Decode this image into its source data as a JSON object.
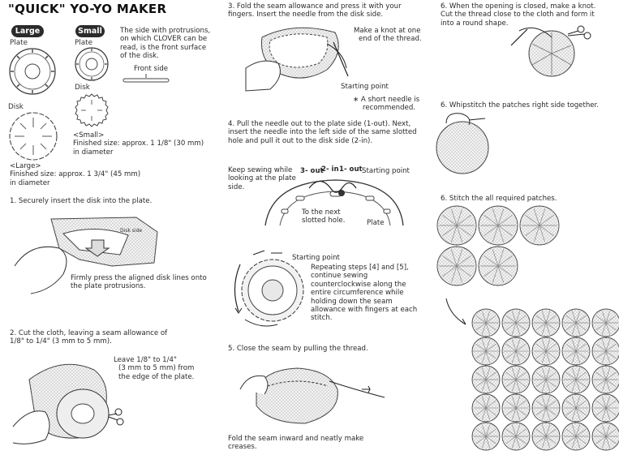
{
  "title": "\"QUICK\" YO-YO MAKER",
  "sizes": {
    "large_pill": "Large",
    "small_pill": "Small",
    "plate_large": "Plate",
    "plate_small": "Plate",
    "disk_small": "Disk",
    "disk_large": "Disk",
    "protrusion_note": [
      "The side with protrusions,",
      "on which CLOVER can be",
      "read, is the front surface",
      "of the disk."
    ],
    "front_side": "Front side",
    "small_label": "<Small>",
    "small_size": [
      "Finished size: approx. 1 1/8\" (30 mm)",
      "in diameter"
    ],
    "large_label": "<Large>",
    "large_size": [
      "Finished size: approx. 1 3/4\" (45 mm)",
      "in diameter"
    ]
  },
  "step1": {
    "text": "1. Securely insert the disk into the plate.",
    "note": [
      "Firmly press the aligned disk lines onto",
      "the plate protrusions."
    ]
  },
  "step2": {
    "text": [
      "2. Cut the cloth, leaving a seam allowance of",
      "1/8\" to 1/4\" (3 mm to 5 mm)."
    ],
    "note": [
      "Leave 1/8\" to 1/4\"",
      "(3 mm to 5 mm) from",
      "the edge of the plate."
    ]
  },
  "step3": {
    "text": [
      "3. Fold the seam allowance and press it with your",
      "fingers. Insert the needle from the disk side."
    ],
    "knot": [
      "Make a knot at one",
      "end of the thread."
    ],
    "start": "Starting point",
    "short_needle": [
      "∗ A short needle is",
      "recommended."
    ]
  },
  "step4": {
    "text": [
      "4. Pull the needle out to the plate side (1-out). Next,",
      "insert the needle into the left side of the same slotted",
      "hole and pull it out to the disk side (2-in)."
    ],
    "keep": [
      "Keep sewing while",
      "looking at the plate",
      "side."
    ],
    "out3": "3- out",
    "in2": "2- in",
    "out1": "1- out",
    "start": "Starting point",
    "next": [
      "To the next",
      "slotted hole."
    ],
    "plate": "Plate"
  },
  "step4b": {
    "start": "Starting point",
    "note": [
      "Repeating steps [4] and [5],",
      "continue sewing",
      "counterclockwise along the",
      "entire circumference while",
      "holding down the seam",
      "allowance with fingers at each",
      "stitch."
    ]
  },
  "step5": {
    "text": "5. Close the seam by pulling the thread.",
    "note": [
      "Fold the seam inward and neatly make",
      "creases."
    ]
  },
  "step6a": {
    "text": [
      "6. When the opening is closed, make a knot.",
      "Cut the thread close to the cloth and form it",
      "into a round shape."
    ]
  },
  "step6b": {
    "text": "6. Whipstitch the patches right side together."
  },
  "step6c": {
    "text": "6. Stitch the all required patches."
  },
  "disk_text": "Disk side"
}
